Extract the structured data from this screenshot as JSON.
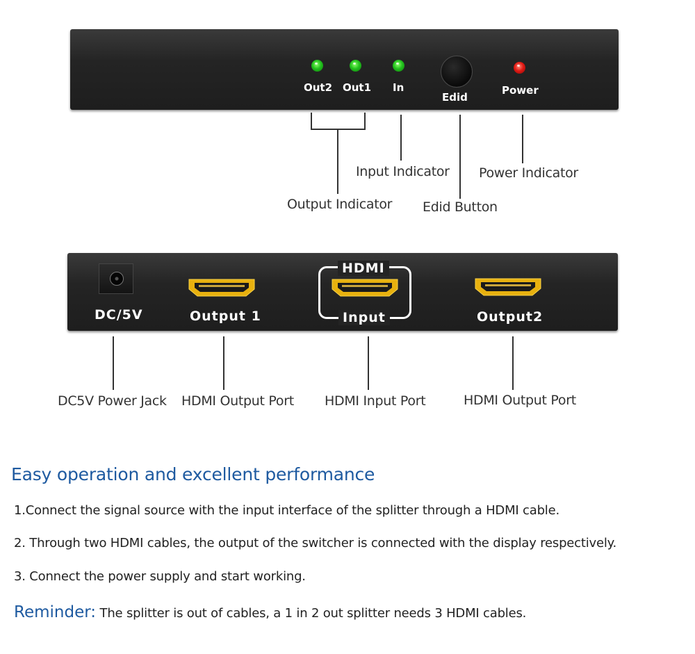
{
  "front_panel": {
    "labels": {
      "out2": "Out2",
      "out1": "Out1",
      "in": "In",
      "edid": "Edid",
      "power": "Power"
    },
    "led_colors": {
      "output": "#22c21d",
      "input": "#22c21d",
      "power": "#e11a14"
    }
  },
  "back_panel": {
    "labels": {
      "dc": "DC/5V",
      "output1": "Output 1",
      "hdmi_logo": "HDMI",
      "input": "Input",
      "output2": "Output2"
    }
  },
  "captions": {
    "output_indicator": "Output Indicator",
    "input_indicator": "Input Indicator",
    "edid_button": "Edid Button",
    "power_indicator": "Power Indicator",
    "dc_power_jack": "DC5V Power Jack",
    "hdmi_output_port_1": "HDMI Output Port",
    "hdmi_input_port": "HDMI Input Port",
    "hdmi_output_port_2": "HDMI Output Port"
  },
  "description": {
    "heading": "Easy operation and excellent performance",
    "steps": [
      "1.Connect the signal source with the input interface of the splitter through a HDMI cable.",
      "2. Through two HDMI cables, the output of the switcher is connected with the display respectively.",
      "3. Connect the power supply and start working."
    ],
    "reminder_label": "Reminder:",
    "reminder_text": " The splitter is out of cables,  a 1 in 2 out splitter needs 3 HDMI cables."
  },
  "colors": {
    "accent_blue": "#1e5aa0",
    "panel": "#242424",
    "port_gold": "#e8b10f"
  }
}
